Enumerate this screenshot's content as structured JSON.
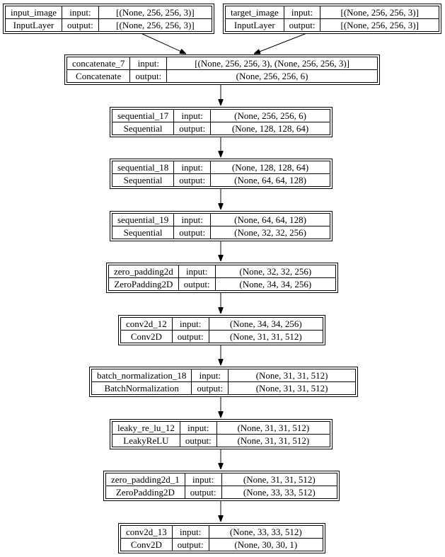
{
  "labels": {
    "input": "input:",
    "output": "output:"
  },
  "nodes": [
    {
      "name": "input_image",
      "type": "InputLayer",
      "input_shape": "[(None, 256, 256, 3)]",
      "output_shape": "[(None, 256, 256, 3)]"
    },
    {
      "name": "target_image",
      "type": "InputLayer",
      "input_shape": "[(None, 256, 256, 3)]",
      "output_shape": "[(None, 256, 256, 3)]"
    },
    {
      "name": "concatenate_7",
      "type": "Concatenate",
      "input_shape": "[(None, 256, 256, 3), (None, 256, 256, 3)]",
      "output_shape": "(None, 256, 256, 6)"
    },
    {
      "name": "sequential_17",
      "type": "Sequential",
      "input_shape": "(None, 256, 256, 6)",
      "output_shape": "(None, 128, 128, 64)"
    },
    {
      "name": "sequential_18",
      "type": "Sequential",
      "input_shape": "(None, 128, 128, 64)",
      "output_shape": "(None, 64, 64, 128)"
    },
    {
      "name": "sequential_19",
      "type": "Sequential",
      "input_shape": "(None, 64, 64, 128)",
      "output_shape": "(None, 32, 32, 256)"
    },
    {
      "name": "zero_padding2d",
      "type": "ZeroPadding2D",
      "input_shape": "(None, 32, 32, 256)",
      "output_shape": "(None, 34, 34, 256)"
    },
    {
      "name": "conv2d_12",
      "type": "Conv2D",
      "input_shape": "(None, 34, 34, 256)",
      "output_shape": "(None, 31, 31, 512)"
    },
    {
      "name": "batch_normalization_18",
      "type": "BatchNormalization",
      "input_shape": "(None, 31, 31, 512)",
      "output_shape": "(None, 31, 31, 512)"
    },
    {
      "name": "leaky_re_lu_12",
      "type": "LeakyReLU",
      "input_shape": "(None, 31, 31, 512)",
      "output_shape": "(None, 31, 31, 512)"
    },
    {
      "name": "zero_padding2d_1",
      "type": "ZeroPadding2D",
      "input_shape": "(None, 31, 31, 512)",
      "output_shape": "(None, 33, 33, 512)"
    },
    {
      "name": "conv2d_13",
      "type": "Conv2D",
      "input_shape": "(None, 33, 33, 512)",
      "output_shape": "(None, 30, 30, 1)"
    }
  ],
  "edges": [
    {
      "from": "input_image",
      "to": "concatenate_7"
    },
    {
      "from": "target_image",
      "to": "concatenate_7"
    },
    {
      "from": "concatenate_7",
      "to": "sequential_17"
    },
    {
      "from": "sequential_17",
      "to": "sequential_18"
    },
    {
      "from": "sequential_18",
      "to": "sequential_19"
    },
    {
      "from": "sequential_19",
      "to": "zero_padding2d"
    },
    {
      "from": "zero_padding2d",
      "to": "conv2d_12"
    },
    {
      "from": "conv2d_12",
      "to": "batch_normalization_18"
    },
    {
      "from": "batch_normalization_18",
      "to": "leaky_re_lu_12"
    },
    {
      "from": "leaky_re_lu_12",
      "to": "zero_padding2d_1"
    },
    {
      "from": "zero_padding2d_1",
      "to": "conv2d_13"
    }
  ],
  "colors": {
    "stroke": "#000000",
    "background": "#ffffff",
    "text": "#000000"
  }
}
